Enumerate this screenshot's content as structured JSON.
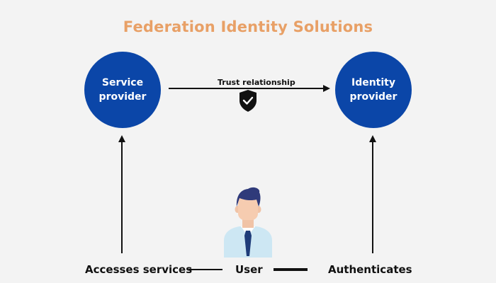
{
  "title": "Federation Identity Solutions",
  "nodes": {
    "service_provider": "Service provider",
    "identity_provider": "Identity provider"
  },
  "edge_label": "Trust relationship",
  "bottom": {
    "left": "Accesses services",
    "center": "User",
    "right": "Authenticates"
  },
  "colors": {
    "title": "#e8a066",
    "node": "#0b46a8",
    "background": "#f3f3f3",
    "line": "#111111"
  },
  "icons": {
    "trust": "shield-check-icon",
    "user": "user-person-icon"
  }
}
